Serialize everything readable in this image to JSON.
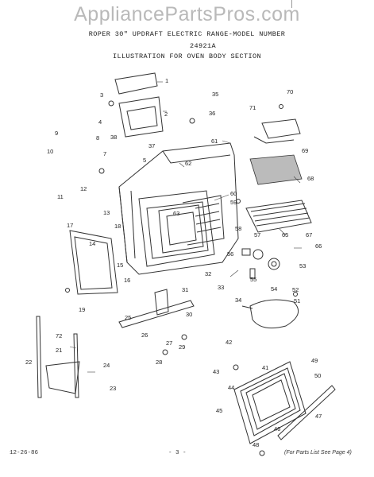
{
  "watermark": "AppliancePartsPros.com",
  "header": {
    "title": "ROPER 30\" UPDRAFT ELECTRIC RANGE-MODEL NUMBER",
    "model": "24921A",
    "section": "ILLUSTRATION FOR OVEN BODY SECTION"
  },
  "footer": {
    "date": "12-26-86",
    "page": "- 3 -",
    "note": "(For Parts List See Page 4)"
  },
  "callouts": [
    "1",
    "2",
    "3",
    "4",
    "5",
    "7",
    "8",
    "9",
    "10",
    "11",
    "12",
    "13",
    "14",
    "15",
    "16",
    "17",
    "18",
    "19",
    "21",
    "22",
    "23",
    "24",
    "25",
    "26",
    "27",
    "28",
    "29",
    "30",
    "31",
    "32",
    "33",
    "34",
    "35",
    "36",
    "37",
    "38",
    "41",
    "42",
    "43",
    "44",
    "45",
    "46",
    "47",
    "48",
    "49",
    "50",
    "51",
    "52",
    "53",
    "54",
    "55",
    "56",
    "57",
    "58",
    "59",
    "60",
    "61",
    "62",
    "63",
    "65",
    "66",
    "67",
    "68",
    "69",
    "70",
    "71",
    "72"
  ]
}
